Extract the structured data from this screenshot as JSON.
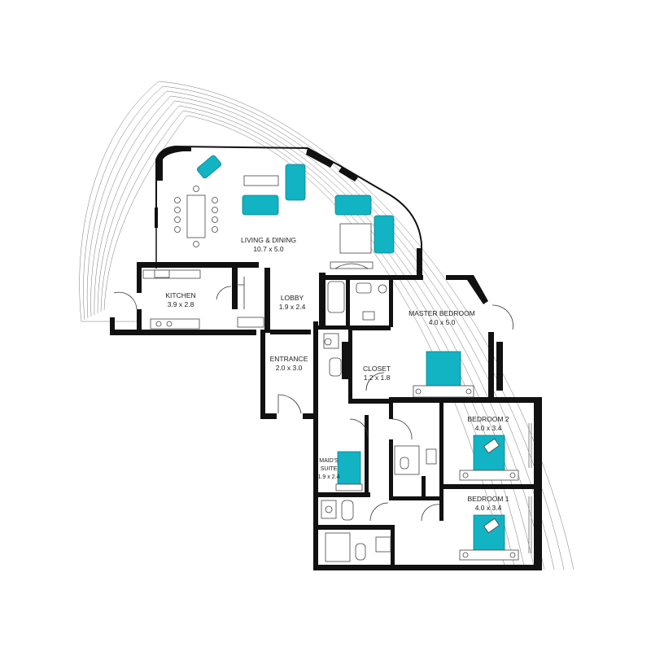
{
  "plan": {
    "accent_color": "#12b3c3",
    "wall_color": "#111111",
    "rooms": [
      {
        "id": "living",
        "name": "LIVING & DINING",
        "size": "10.7 x 5.0"
      },
      {
        "id": "kitchen",
        "name": "KITCHEN",
        "size": "3.9 x 2.8"
      },
      {
        "id": "lobby",
        "name": "LOBBY",
        "size": "1.9 x 2.4"
      },
      {
        "id": "master",
        "name": "MASTER BEDROOM",
        "size": "4.0 x 5.0"
      },
      {
        "id": "entrance",
        "name": "ENTRANCE",
        "size": "2.0 x 3.0"
      },
      {
        "id": "closet",
        "name": "CLOSET",
        "size": "1.2 x 1.8"
      },
      {
        "id": "bedroom2",
        "name": "BEDROOM 2",
        "size": "4.0 x 3.4"
      },
      {
        "id": "maid",
        "name": "MAID'S",
        "name2": "SUITE",
        "size": "1.9 x 2.4"
      },
      {
        "id": "bedroom1",
        "name": "BEDROOM 1",
        "size": "4.0 x 3.4"
      }
    ]
  }
}
